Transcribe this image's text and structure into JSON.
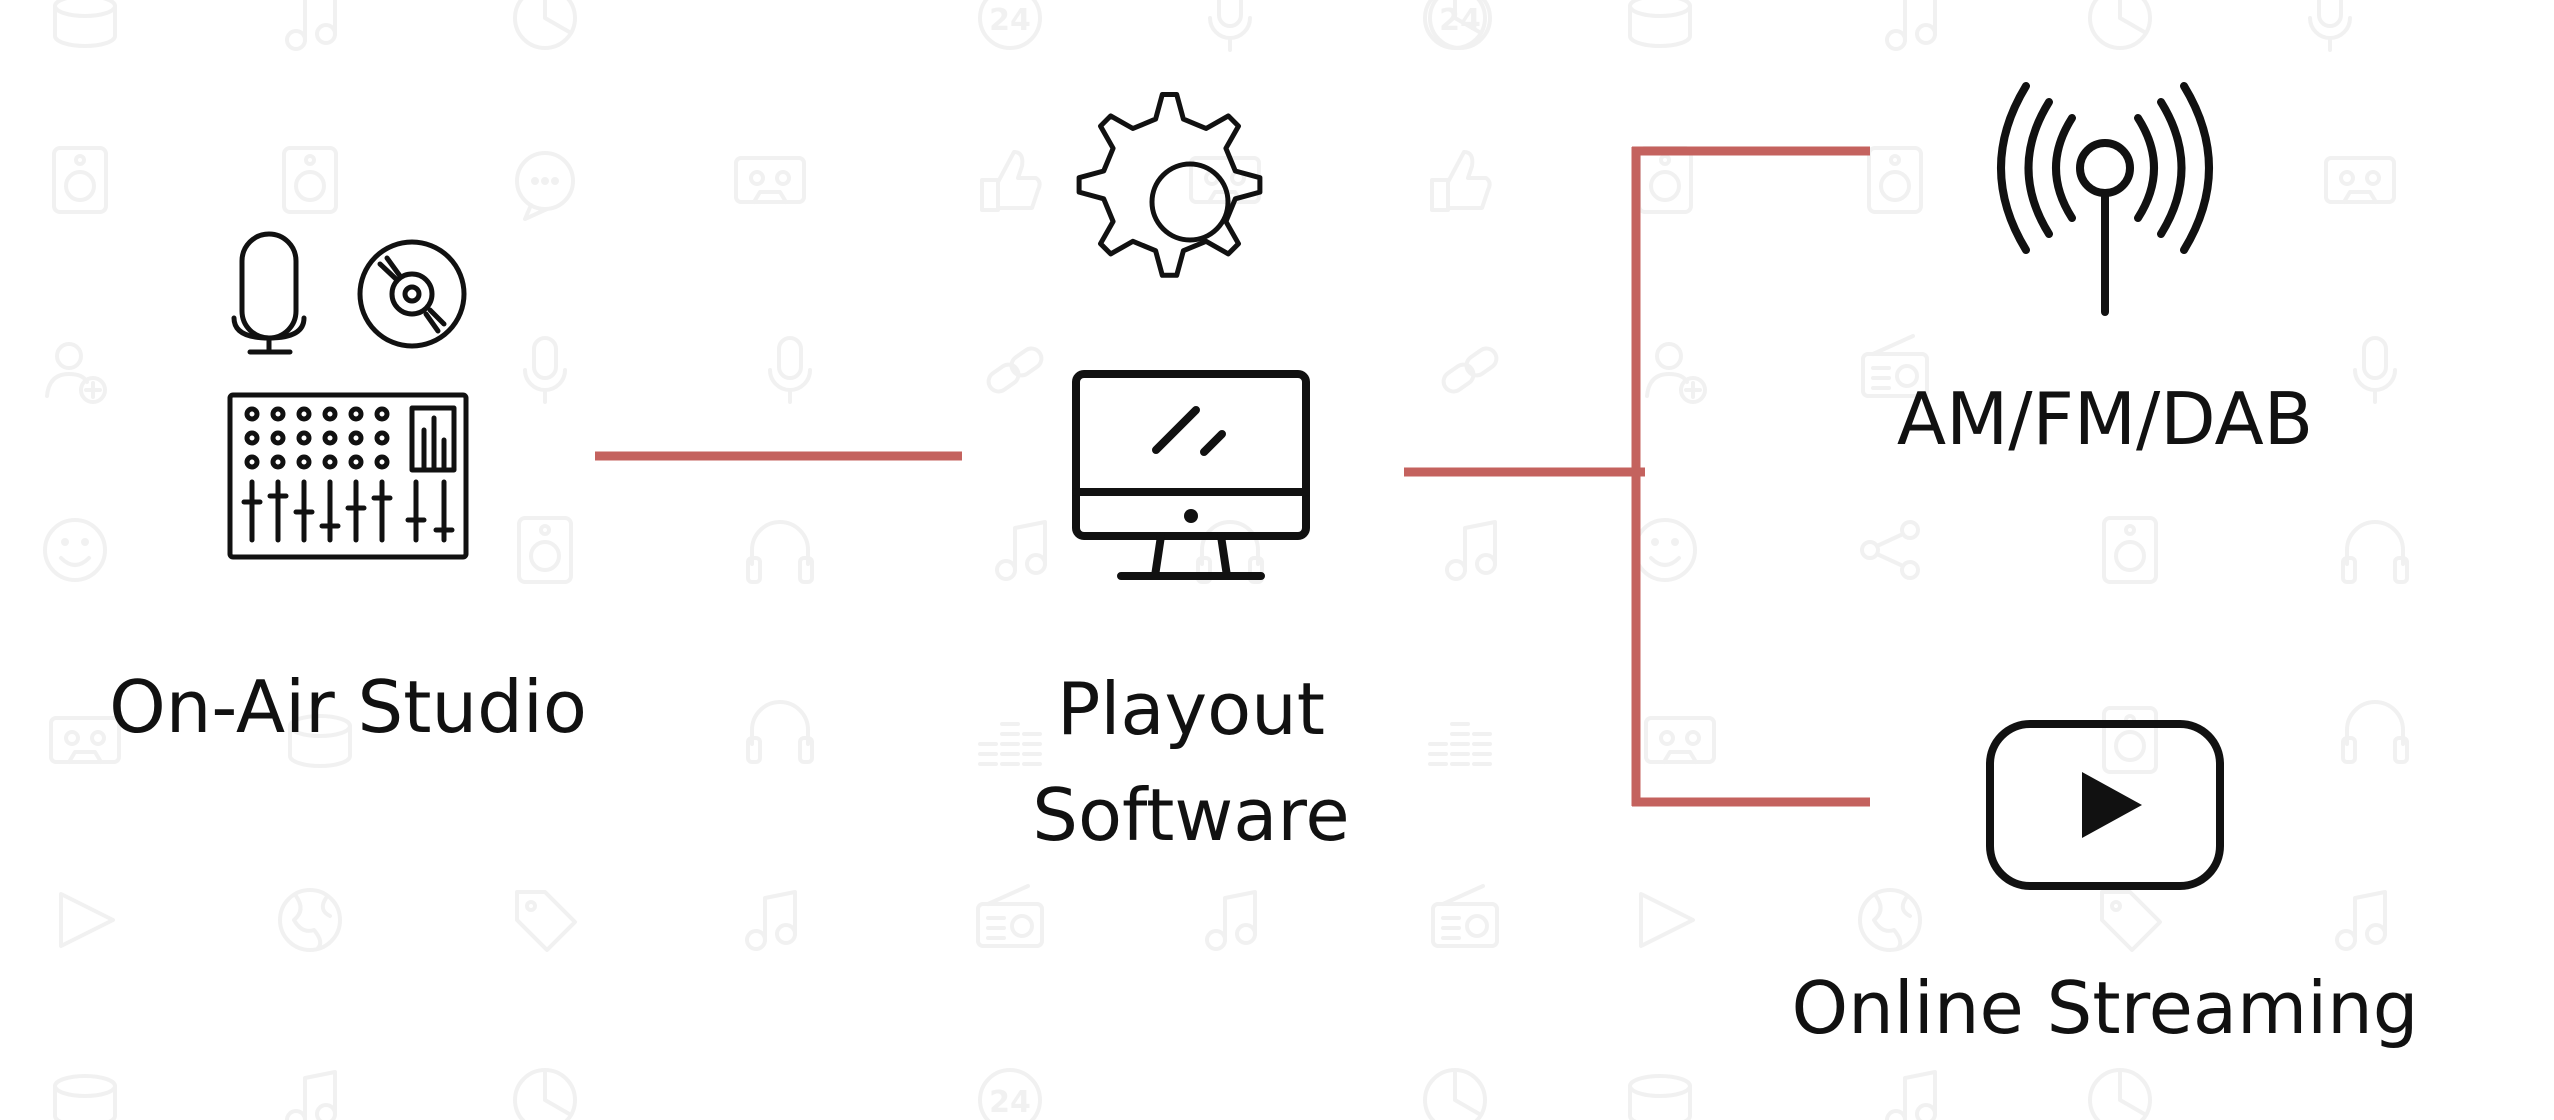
{
  "nodes": {
    "studio": {
      "label": "On-Air Studio",
      "icons": [
        "microphone-icon",
        "cd-disc-icon",
        "mixing-console-icon"
      ]
    },
    "playout": {
      "label_line1": "Playout",
      "label_line2": "Software",
      "icons": [
        "gear-icon",
        "desktop-monitor-icon"
      ]
    },
    "broadcast": {
      "label": "AM/FM/DAB",
      "icons": [
        "radio-antenna-icon"
      ]
    },
    "streaming": {
      "label": "Online Streaming",
      "icons": [
        "play-button-icon"
      ]
    }
  },
  "connections": [
    {
      "from": "On-Air Studio",
      "to": "Playout Software"
    },
    {
      "from": "Playout Software",
      "to": "AM/FM/DAB"
    },
    {
      "from": "Playout Software",
      "to": "Online Streaming"
    }
  ],
  "colors": {
    "connector": "#c4625e",
    "icon_stroke": "#111111",
    "background_pattern": "#f1f1f1",
    "background": "#ffffff"
  },
  "background_pattern_icons": [
    "drum-icon",
    "music-note-icon",
    "pie-chart-icon",
    "24h-icon",
    "microphone-icon",
    "speaker-icon",
    "radio-icon",
    "thumbs-up-icon",
    "chat-icon",
    "cassette-icon",
    "headphones-icon",
    "globe-icon",
    "share-icon",
    "equalizer-icon",
    "user-add-icon",
    "link-icon",
    "smiley-icon",
    "tag-icon",
    "play-icon"
  ]
}
